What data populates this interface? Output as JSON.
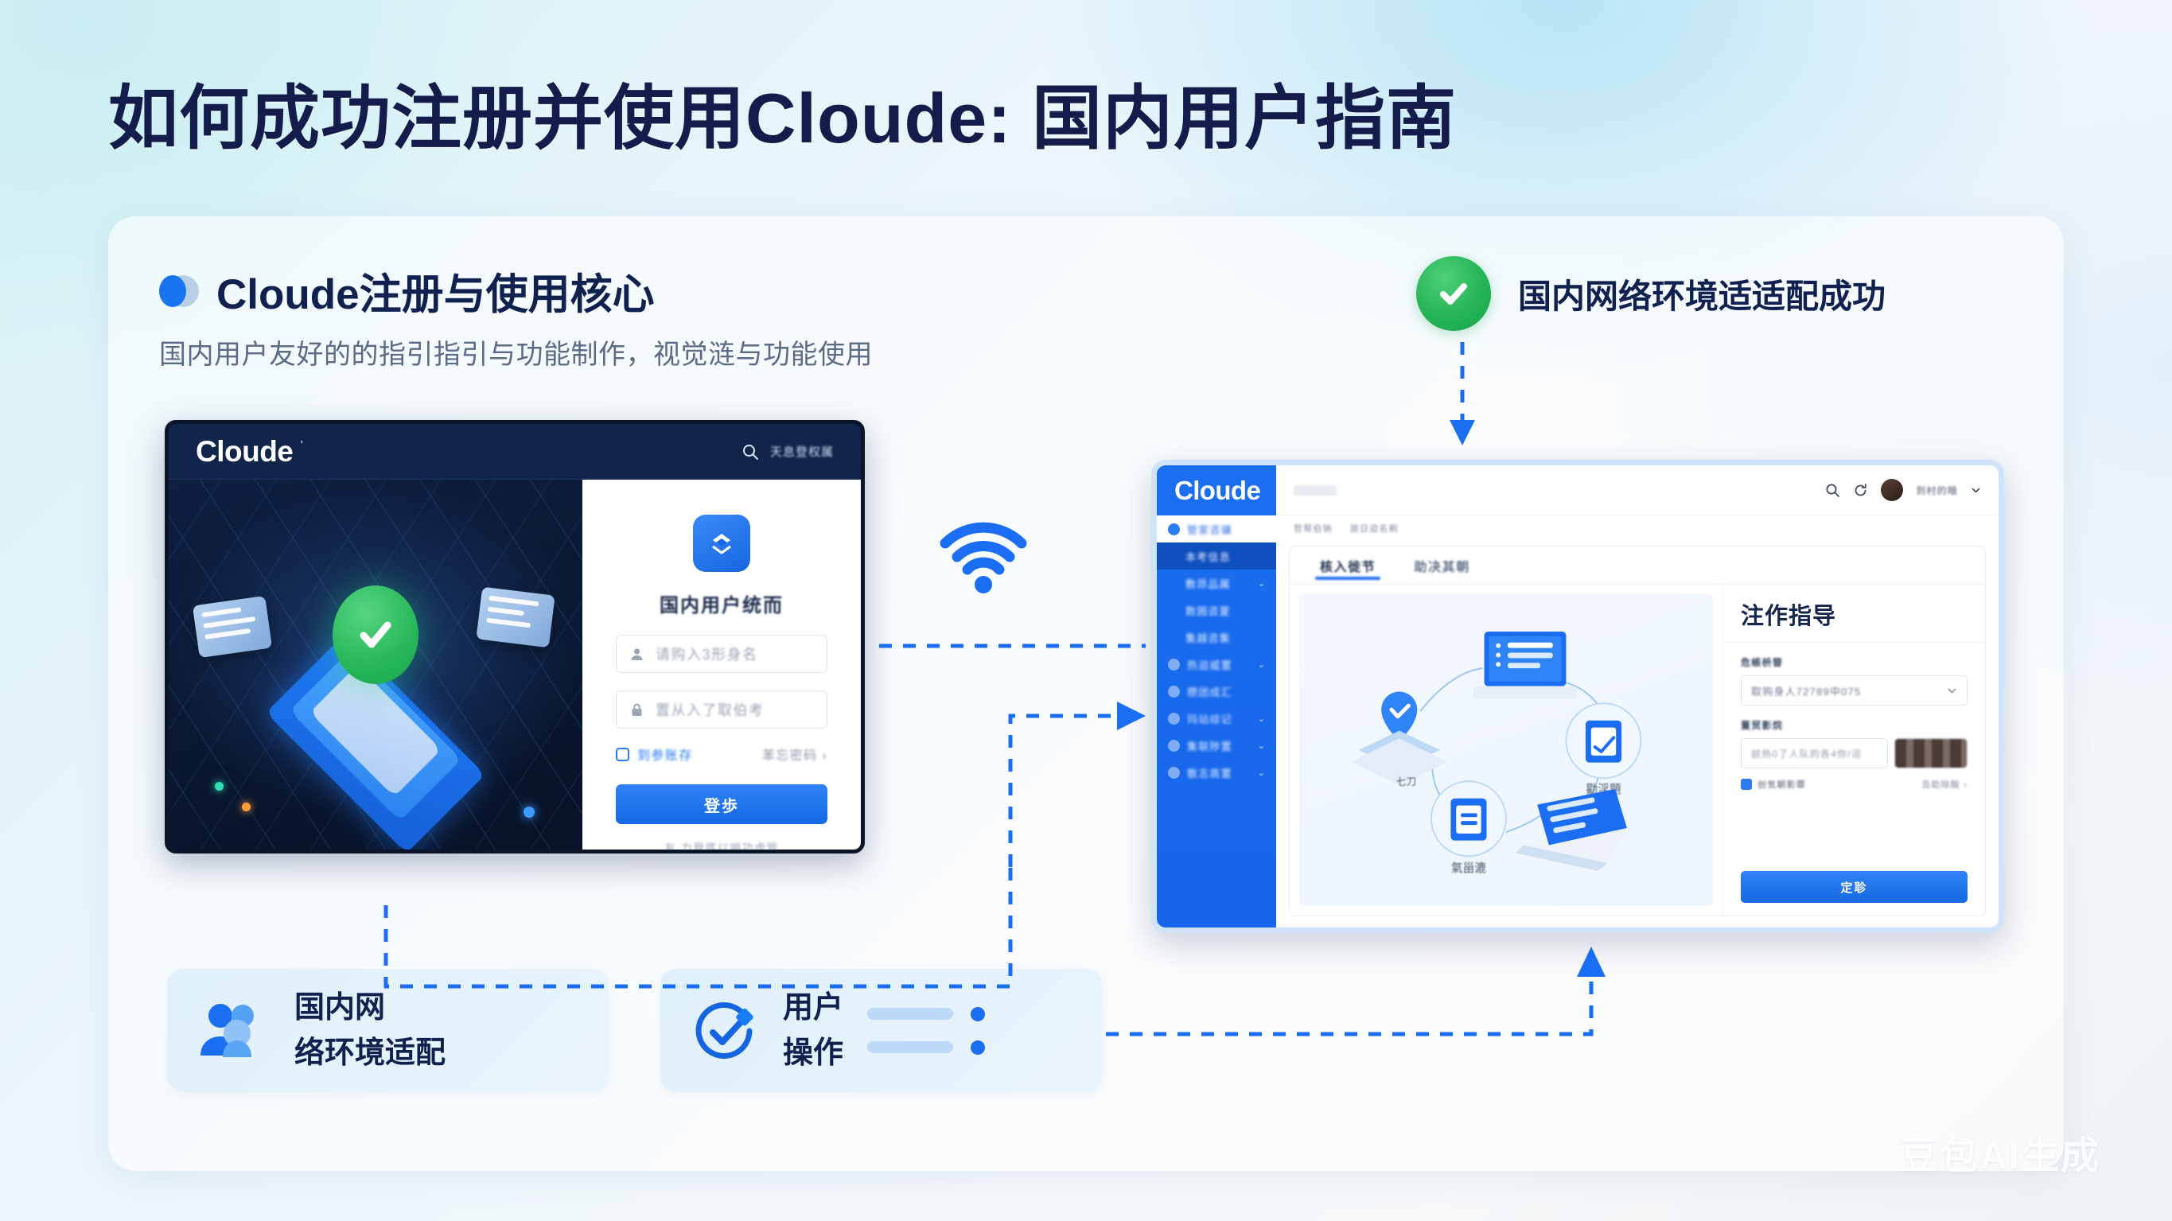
{
  "page": {
    "title": "如何成功注册并使用Cloude: 国内用户指南",
    "watermark": "豆包AI生成"
  },
  "section": {
    "heading": "Cloude注册与使用核心",
    "subheading": "国内用户友好的的指引指引与功能制作，视觉涟与功能使用"
  },
  "status": {
    "label": "国内网络环境适适配成功",
    "icon": "check-circle-icon",
    "color": "#16a34a"
  },
  "login_mock": {
    "brand": "Cloude",
    "brand_tm": "'",
    "top_right_text": "天息登权属",
    "form_title": "国内用户统而",
    "username_placeholder": "请购入3形身名",
    "password_placeholder": "置从入了取伯考",
    "remember_label": "到参账存",
    "forgot_label": "苯忘密码 ›",
    "submit_label": "登歩",
    "footer_text": "友 力登底以哨功虚管"
  },
  "dashboard_mock": {
    "brand": "Cloude",
    "sidebar": [
      {
        "label": "管家咨骥",
        "style": "white",
        "icon": "circle-icon",
        "chevron": false
      },
      {
        "label": "本考信息",
        "style": "active",
        "icon": "none",
        "chevron": false
      },
      {
        "label": "敷昂品属",
        "style": "plain",
        "icon": "none",
        "chevron": true
      },
      {
        "label": "数囲咨夏",
        "style": "plain",
        "icon": "none",
        "chevron": false
      },
      {
        "label": "集越咨集",
        "style": "plain",
        "icon": "none",
        "chevron": false
      },
      {
        "label": "热迫威置",
        "style": "plain",
        "icon": "circle-icon",
        "chevron": true
      },
      {
        "label": "攒团成汇",
        "style": "plain",
        "icon": "circle-icon",
        "chevron": false
      },
      {
        "label": "玛站综记",
        "style": "plain",
        "icon": "circle-icon",
        "chevron": true
      },
      {
        "label": "集联陟置",
        "style": "plain",
        "icon": "circle-icon",
        "chevron": true
      },
      {
        "label": "散志高置",
        "style": "plain",
        "icon": "circle-icon",
        "chevron": true
      }
    ],
    "topbar": {
      "search_icon": "search-icon",
      "help_icon": "refresh-icon",
      "user_name": "到村的暗",
      "chevron_icon": "chevron-down-icon"
    },
    "breadcrumb": [
      "哲帮伯钠",
      "旅日迫名刷"
    ],
    "tabs": [
      {
        "label": "核入徙节",
        "selected": true
      },
      {
        "label": "助决其朝",
        "selected": false
      }
    ],
    "illustration": {
      "label_right": "勸淫題",
      "label_bottom": "氣甾漉",
      "label_left": "七刀"
    },
    "right_panel": {
      "title": "注作指导",
      "field1_label": "危帳枡朁",
      "field1_value": "取购身人72789中075",
      "field1_icon": "chevron-down-icon",
      "field2_label": "蒦贸影烷",
      "field2_value": "説热0了人队的各4你/沼",
      "captcha_alt": "captcha-image",
      "check_label": "创気朝影罪",
      "link_label": "岛助除酸 ›",
      "submit_label": "定聄"
    }
  },
  "wifi": {
    "icon": "wifi-icon",
    "color": "#1b6ef3"
  },
  "bottom_cards": [
    {
      "icon": "users-icon",
      "line1": "国内网",
      "line2": "络环境适配",
      "type": "text"
    },
    {
      "icon": "check-circle-outline-icon",
      "line1": "用户",
      "line2": "操作",
      "type": "bars"
    }
  ],
  "colors": {
    "accent": "#1b6ef3",
    "title": "#131c4b",
    "success": "#16a34a",
    "sidebar": "#1a6ef0"
  }
}
